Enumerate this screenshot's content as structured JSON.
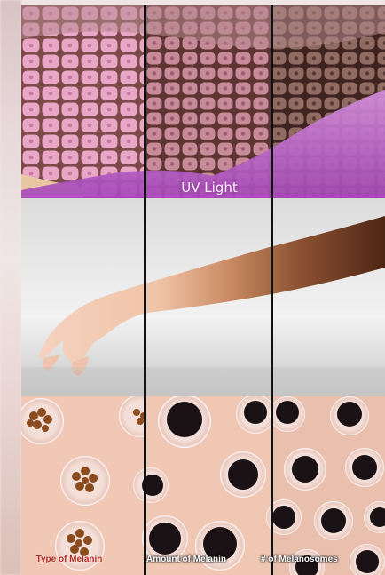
{
  "uv_label": "UV Light",
  "captions": {
    "type_of_melanin": "Type of Melanin",
    "amount_of_melanin": "Amount of Melanin",
    "num_melanosomes": "# of Melanosomes"
  },
  "colors": {
    "uv_purple": "#b25fc4",
    "caption_red": "#b72a22",
    "skin_light": "#f2c9b6",
    "skin_medium": "#c98a63",
    "skin_dark": "#6e3b22",
    "melanin_brown": "#8a4b1f",
    "melanin_black": "#1a1214"
  }
}
